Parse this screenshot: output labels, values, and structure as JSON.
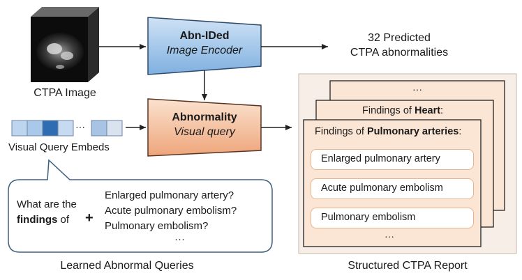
{
  "ctpa_image": {
    "label": "CTPA Image"
  },
  "encoder": {
    "title": "Abn-IDed",
    "subtitle": "Image Encoder"
  },
  "predicted": {
    "line1": "32 Predicted",
    "line2": "CTPA abnormalities"
  },
  "query_module": {
    "title": "Abnormality",
    "subtitle": "Visual query"
  },
  "embeds": {
    "label": "Visual Query Embeds",
    "ellipsis": "···"
  },
  "callout": {
    "line1": "What are the",
    "bold": "findings",
    "line2_suffix": "of",
    "plus": "+",
    "questions": [
      "Enlarged pulmonary artery?",
      "Acute pulmonary embolism?",
      "Pulmonary embolism?"
    ],
    "ellipsis": "···"
  },
  "learned_queries_label": "Learned Abnormal Queries",
  "report": {
    "back_ellipsis": "···",
    "heart_prefix": "Findings of ",
    "heart_bold": "Heart",
    "heart_suffix": ":",
    "front_prefix": "Findings of ",
    "front_bold": "Pulmonary arteries",
    "front_suffix": ":",
    "items": [
      "Enlarged pulmonary artery",
      "Acute pulmonary embolism",
      "Pulmonary embolism"
    ],
    "items_ellipsis": "···",
    "label": "Structured CTPA Report"
  },
  "colors": {
    "encoder_fill_top": "#cfe2f5",
    "encoder_fill_bottom": "#7fb0e0",
    "encoder_stroke": "#2d4a6a",
    "query_fill_top": "#fbe2cf",
    "query_fill_bottom": "#eea57a",
    "query_stroke": "#5a3422",
    "report_bg": "#f7efe7",
    "card_fill": "#fbe5d5",
    "callout_stroke": "#3e5f80",
    "embed_colors": [
      "#bdd5ee",
      "#a9c8ea",
      "#2f6db3",
      "#c6daf0",
      "#a9c3e4",
      "#d9e3ef"
    ]
  }
}
